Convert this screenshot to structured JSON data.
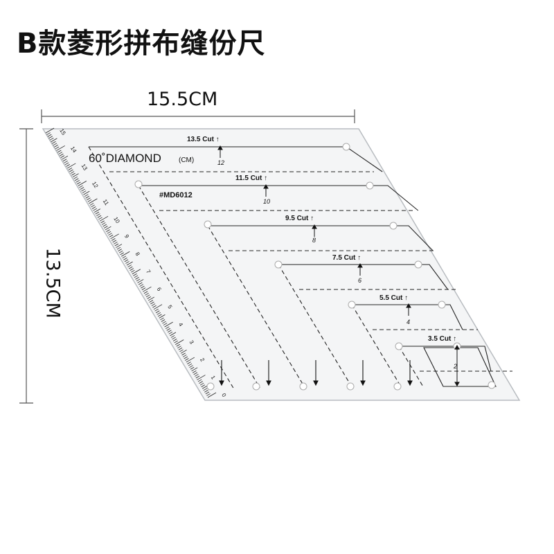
{
  "title": "B款菱形拼布缝份尺",
  "width_label": "15.5CM",
  "height_label": "13.5CM",
  "ruler": {
    "heading": "60˚DIAMOND",
    "unit": "(CM)",
    "model": "#MD6012",
    "cut_labels": [
      "13.5 Cut ↑",
      "11.5 Cut ↑",
      "9.5 Cut ↑",
      "7.5 Cut ↑",
      "5.5 Cut ↑",
      "3.5 Cut ↑"
    ],
    "finished_sizes": [
      "12",
      "10",
      "8",
      "6",
      "4",
      "2"
    ],
    "edge_scale": [
      "15",
      "14",
      "13",
      "12",
      "11",
      "10",
      "9",
      "8",
      "7",
      "6",
      "5",
      "4",
      "3",
      "2",
      "1",
      "0"
    ]
  }
}
